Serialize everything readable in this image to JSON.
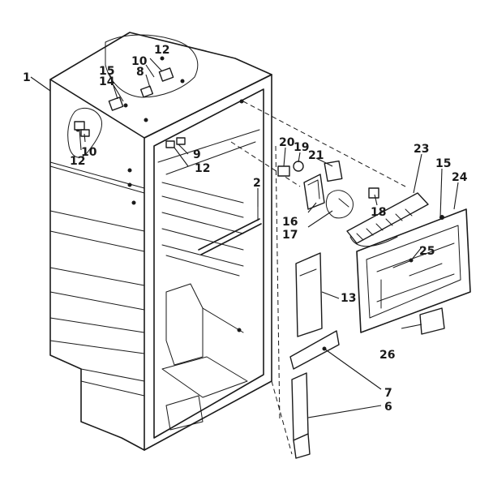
{
  "callouts": [
    {
      "id": "c1",
      "text": "1"
    },
    {
      "id": "c12a",
      "text": "12"
    },
    {
      "id": "c10a",
      "text": "10"
    },
    {
      "id": "c15a",
      "text": "15"
    },
    {
      "id": "c14",
      "text": "14"
    },
    {
      "id": "c8",
      "text": "8"
    },
    {
      "id": "c10b",
      "text": "10"
    },
    {
      "id": "c12b",
      "text": "12"
    },
    {
      "id": "c9",
      "text": "9"
    },
    {
      "id": "c12c",
      "text": "12"
    },
    {
      "id": "c2",
      "text": "2"
    },
    {
      "id": "c20",
      "text": "20"
    },
    {
      "id": "c19",
      "text": "19"
    },
    {
      "id": "c21",
      "text": "21"
    },
    {
      "id": "c23",
      "text": "23"
    },
    {
      "id": "c15b",
      "text": "15"
    },
    {
      "id": "c24",
      "text": "24"
    },
    {
      "id": "c16",
      "text": "16"
    },
    {
      "id": "c17",
      "text": "17"
    },
    {
      "id": "c18",
      "text": "18"
    },
    {
      "id": "c25",
      "text": "25"
    },
    {
      "id": "c13",
      "text": "13"
    },
    {
      "id": "c26",
      "text": "26"
    },
    {
      "id": "c7",
      "text": "7"
    },
    {
      "id": "c6",
      "text": "6"
    }
  ]
}
